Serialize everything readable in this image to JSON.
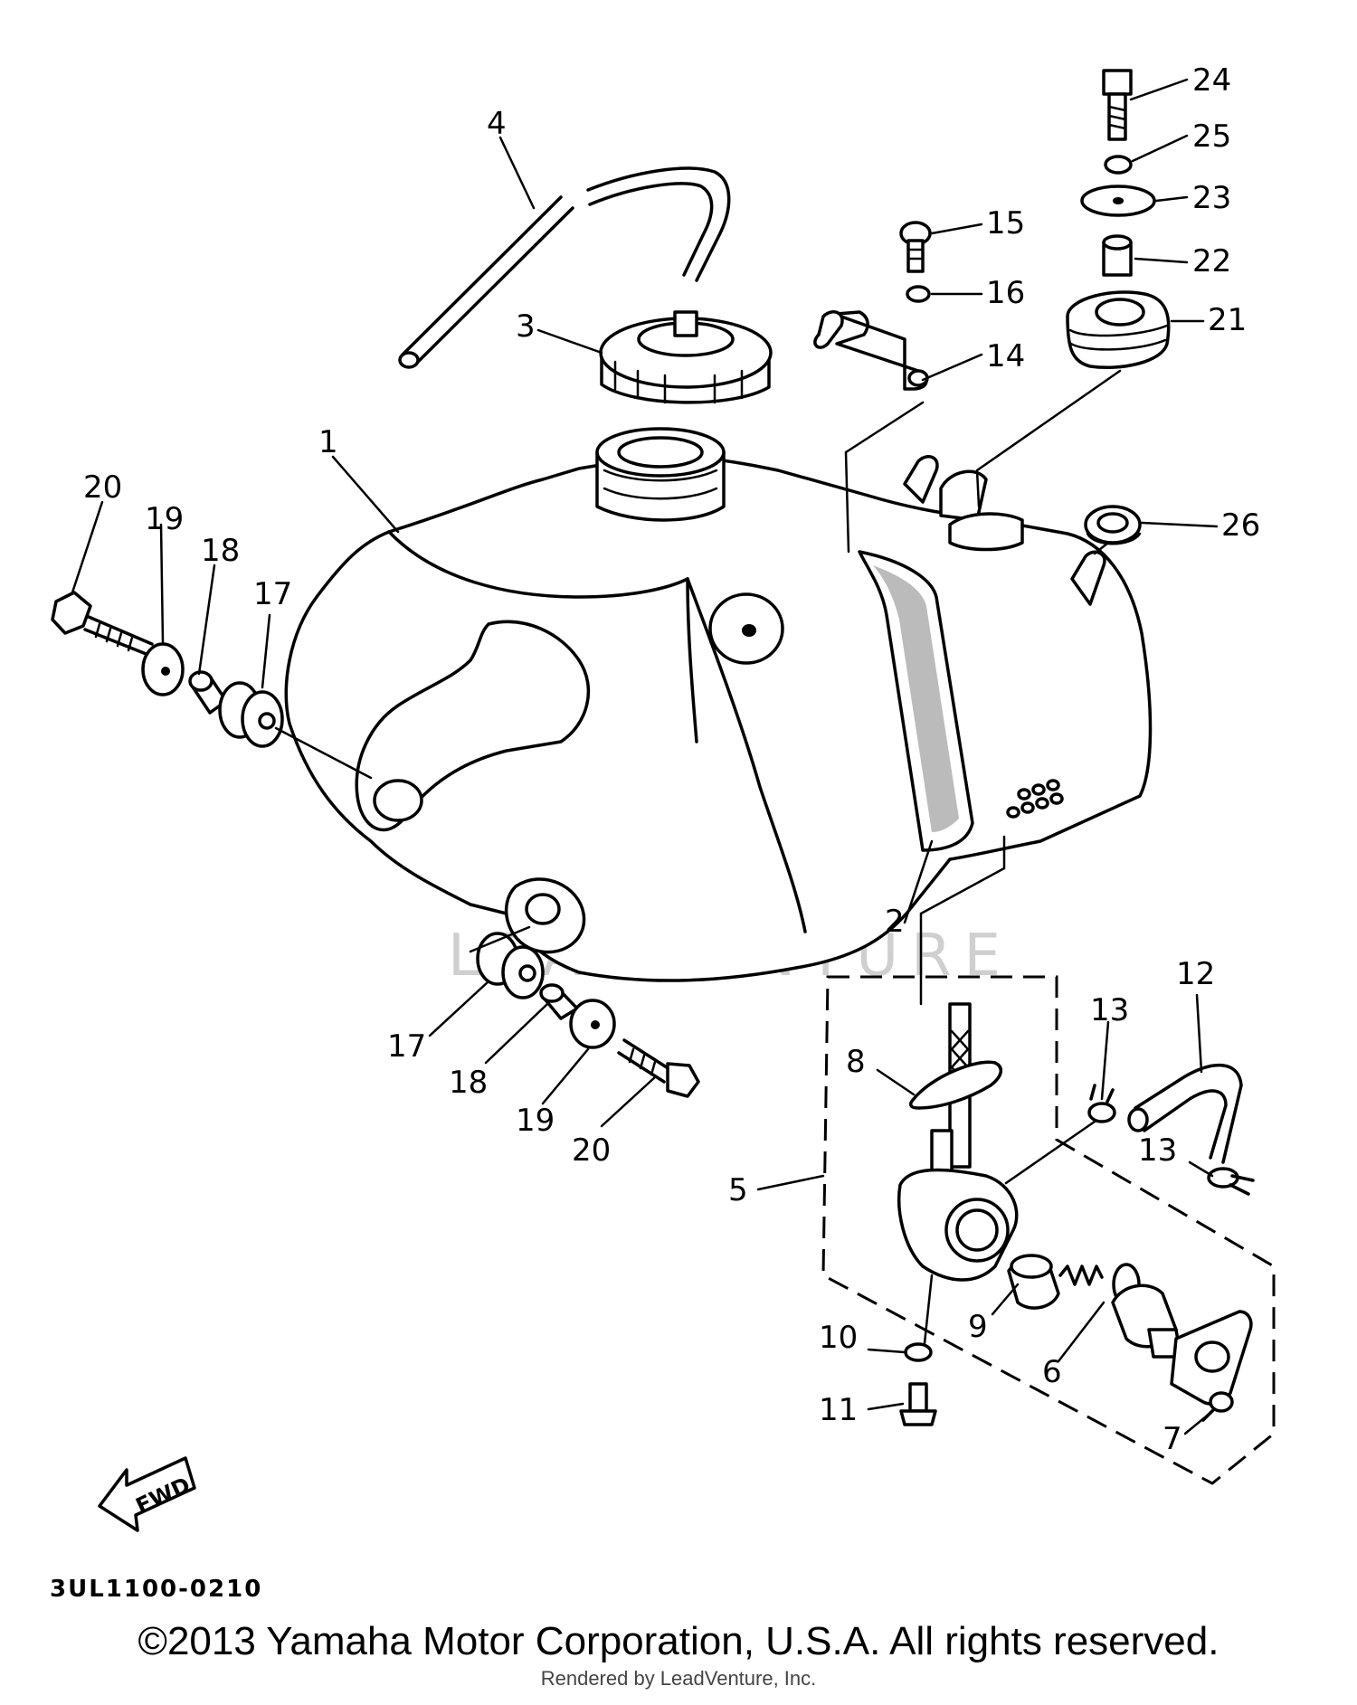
{
  "callouts": [
    {
      "id": "1",
      "text": "1"
    },
    {
      "id": "2",
      "text": "2"
    },
    {
      "id": "3",
      "text": "3"
    },
    {
      "id": "4",
      "text": "4"
    },
    {
      "id": "5",
      "text": "5"
    },
    {
      "id": "6",
      "text": "6"
    },
    {
      "id": "7",
      "text": "7"
    },
    {
      "id": "8",
      "text": "8"
    },
    {
      "id": "9",
      "text": "9"
    },
    {
      "id": "10",
      "text": "10"
    },
    {
      "id": "11",
      "text": "11"
    },
    {
      "id": "12",
      "text": "12"
    },
    {
      "id": "13a",
      "text": "13"
    },
    {
      "id": "13b",
      "text": "13"
    },
    {
      "id": "14",
      "text": "14"
    },
    {
      "id": "15",
      "text": "15"
    },
    {
      "id": "16",
      "text": "16"
    },
    {
      "id": "17a",
      "text": "17"
    },
    {
      "id": "17b",
      "text": "17"
    },
    {
      "id": "18a",
      "text": "18"
    },
    {
      "id": "18b",
      "text": "18"
    },
    {
      "id": "19a",
      "text": "19"
    },
    {
      "id": "19b",
      "text": "19"
    },
    {
      "id": "20a",
      "text": "20"
    },
    {
      "id": "20b",
      "text": "20"
    },
    {
      "id": "21",
      "text": "21"
    },
    {
      "id": "22",
      "text": "22"
    },
    {
      "id": "23",
      "text": "23"
    },
    {
      "id": "24",
      "text": "24"
    },
    {
      "id": "25",
      "text": "25"
    },
    {
      "id": "26",
      "text": "26"
    }
  ],
  "fwd_label": "FWD",
  "diagram_code": "3UL1100-0210",
  "watermark": "LEADVENTURE",
  "copyright": "©2013 Yamaha Motor Corporation, U.S.A. All rights reserved.",
  "rendered_by": "Rendered by LeadVenture, Inc."
}
